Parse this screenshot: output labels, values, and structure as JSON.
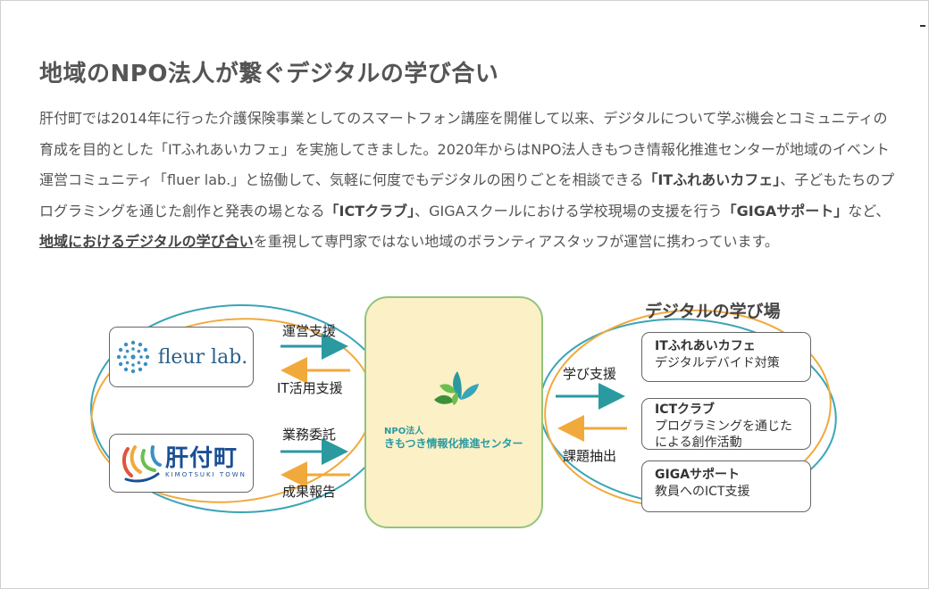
{
  "title": "地域のNPO法人が繋ぐデジタルの学び合い",
  "body": {
    "p1": "肝付町では2014年に行った介護保険事業としてのスマートフォン講座を開催して以来、デジタルについて学ぶ機会とコミュニティの育成を目的とした「ITふれあいカフェ」を実施してきました。2020年からはNPO法人きもつき情報化推進センターが地域のイベント運営コミュニティ「fluer lab.」と協働して、気軽に何度でもデジタルの困りごとを相談できる",
    "b1": "「ITふれあいカフェ」",
    "p2": "、子どもたちのプログラミングを通じた創作と発表の場となる",
    "b2": "「ICTクラブ」",
    "p3": "、GIGAスクールにおける学校現場の支援を行う",
    "b3": "「GIGAサポート」",
    "p4": "など、",
    "u1": "地域におけるデジタルの学び合い",
    "p5": "を重視して専門家ではない地域のボランティアスタッフが運営に携わっています。"
  },
  "diagram": {
    "fleur_logo_text": "fleur lab.",
    "kimotsuki_logo_main": "肝付町",
    "kimotsuki_logo_sub": "KIMOTSUKI TOWN",
    "center_small": "NPO法人",
    "center_name": "きもつき情報化推進センター",
    "left_arrows": {
      "top_right_label": "運営支援",
      "top_left_label": "IT活用支援",
      "bottom_right_label": "業務委託",
      "bottom_left_label": "成果報告"
    },
    "right_arrows": {
      "right_label": "学び支援",
      "left_label": "課題抽出"
    },
    "right_title": "デジタルの学び場",
    "activities": [
      {
        "name": "ITふれあいカフェ",
        "desc1": "デジタルデバイド対策",
        "desc2": ""
      },
      {
        "name": "ICTクラブ",
        "desc1": "プログラミングを通じた",
        "desc2": "による創作活動"
      },
      {
        "name": "GIGAサポート",
        "desc1": "教員へのICT支援",
        "desc2": ""
      }
    ]
  },
  "colors": {
    "teal_arrow": "#2a9aa0",
    "orange_arrow": "#f2a93b",
    "center_fill": "#fcf0c7",
    "center_border": "#93c47d",
    "ring_blue": "#3aa5b8",
    "ring_orange": "#f2a93b"
  },
  "icons": [
    "fleur-flower-logo-icon",
    "kimotsuki-town-logo-icon",
    "npo-leaf-logo-icon"
  ]
}
